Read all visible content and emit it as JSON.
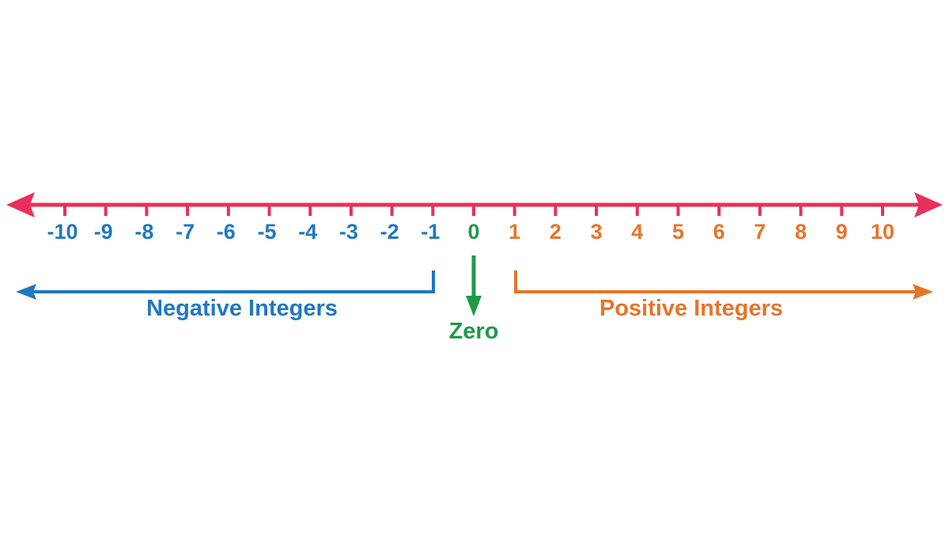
{
  "number_line": {
    "min": -10,
    "max": 10,
    "step": 1,
    "arrows": "both-ends"
  },
  "tick_labels": [
    "-10",
    "-9",
    "-8",
    "-7",
    "-6",
    "-5",
    "-4",
    "-3",
    "-2",
    "-1",
    "0",
    "1",
    "2",
    "3",
    "4",
    "5",
    "6",
    "7",
    "8",
    "9",
    "10"
  ],
  "groups": {
    "negative": {
      "label": "Negative Integers",
      "from": -10,
      "to": -1
    },
    "zero": {
      "label": "Zero",
      "value": 0
    },
    "positive": {
      "label": "Positive Integers",
      "from": 1,
      "to": 10
    }
  },
  "colors": {
    "axis": "#e8305a",
    "negative": "#1f78c1",
    "zero": "#1e9a48",
    "positive": "#e8732a",
    "background": "#ffffff"
  }
}
